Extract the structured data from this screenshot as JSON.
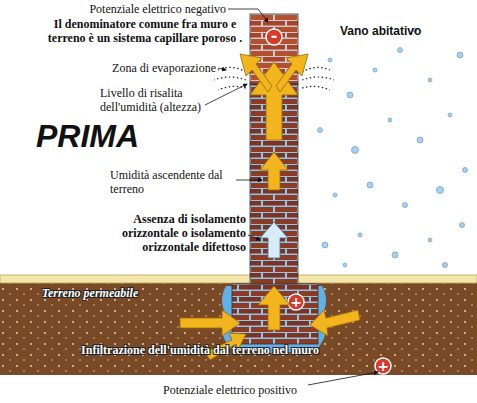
{
  "diagram": {
    "title": "PRIMA",
    "labels": [
      "Potenziale elettrico negativo",
      "Il denominatore comune fra muro e terreno è un sistema capillare poroso .",
      "Vano abitativo",
      "Zona di evaporazione",
      "Livello di risalita dell'umidità (altezza)",
      "Umidità ascendente dal terreno",
      "Assenza di isolamento orizzontale o isolamento orizzontale difettoso",
      "Terreno permeabile",
      "Infiltrazione dell'umidità dal terreno nel muro",
      "Potenziale elettrico positivo",
      "-",
      "+",
      "+"
    ]
  }
}
